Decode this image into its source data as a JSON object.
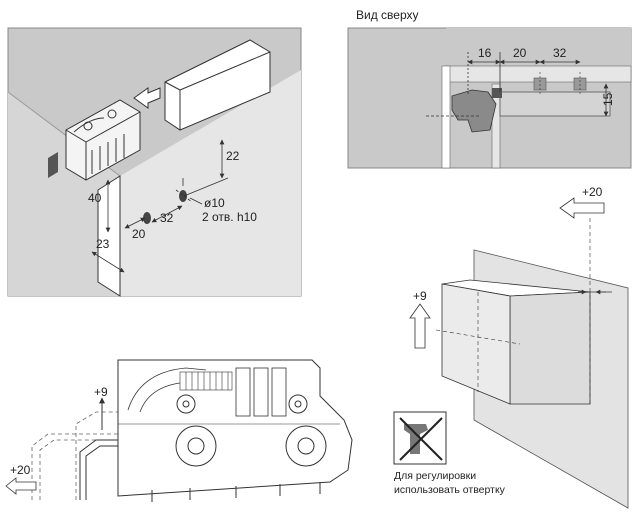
{
  "top_view": {
    "title": "Вид сверху",
    "dims": [
      "16",
      "20",
      "32",
      "15"
    ]
  },
  "iso_view": {
    "dims": [
      "22",
      "40",
      "32",
      "20",
      "23"
    ],
    "hole_diameter": "ø10",
    "hole_note": "2 отв. h10"
  },
  "adjust_view": {
    "up": "+9",
    "right": "+20"
  },
  "lower_view": {
    "up": "+9",
    "left": "+20"
  },
  "tool_note": {
    "line1": "Для регулировки",
    "line2": "использовать отвертку"
  },
  "colors": {
    "wall": "#c8c8c8",
    "panel": "#e3e3e3",
    "light_panel": "#f0f0f0",
    "line": "#333333"
  }
}
